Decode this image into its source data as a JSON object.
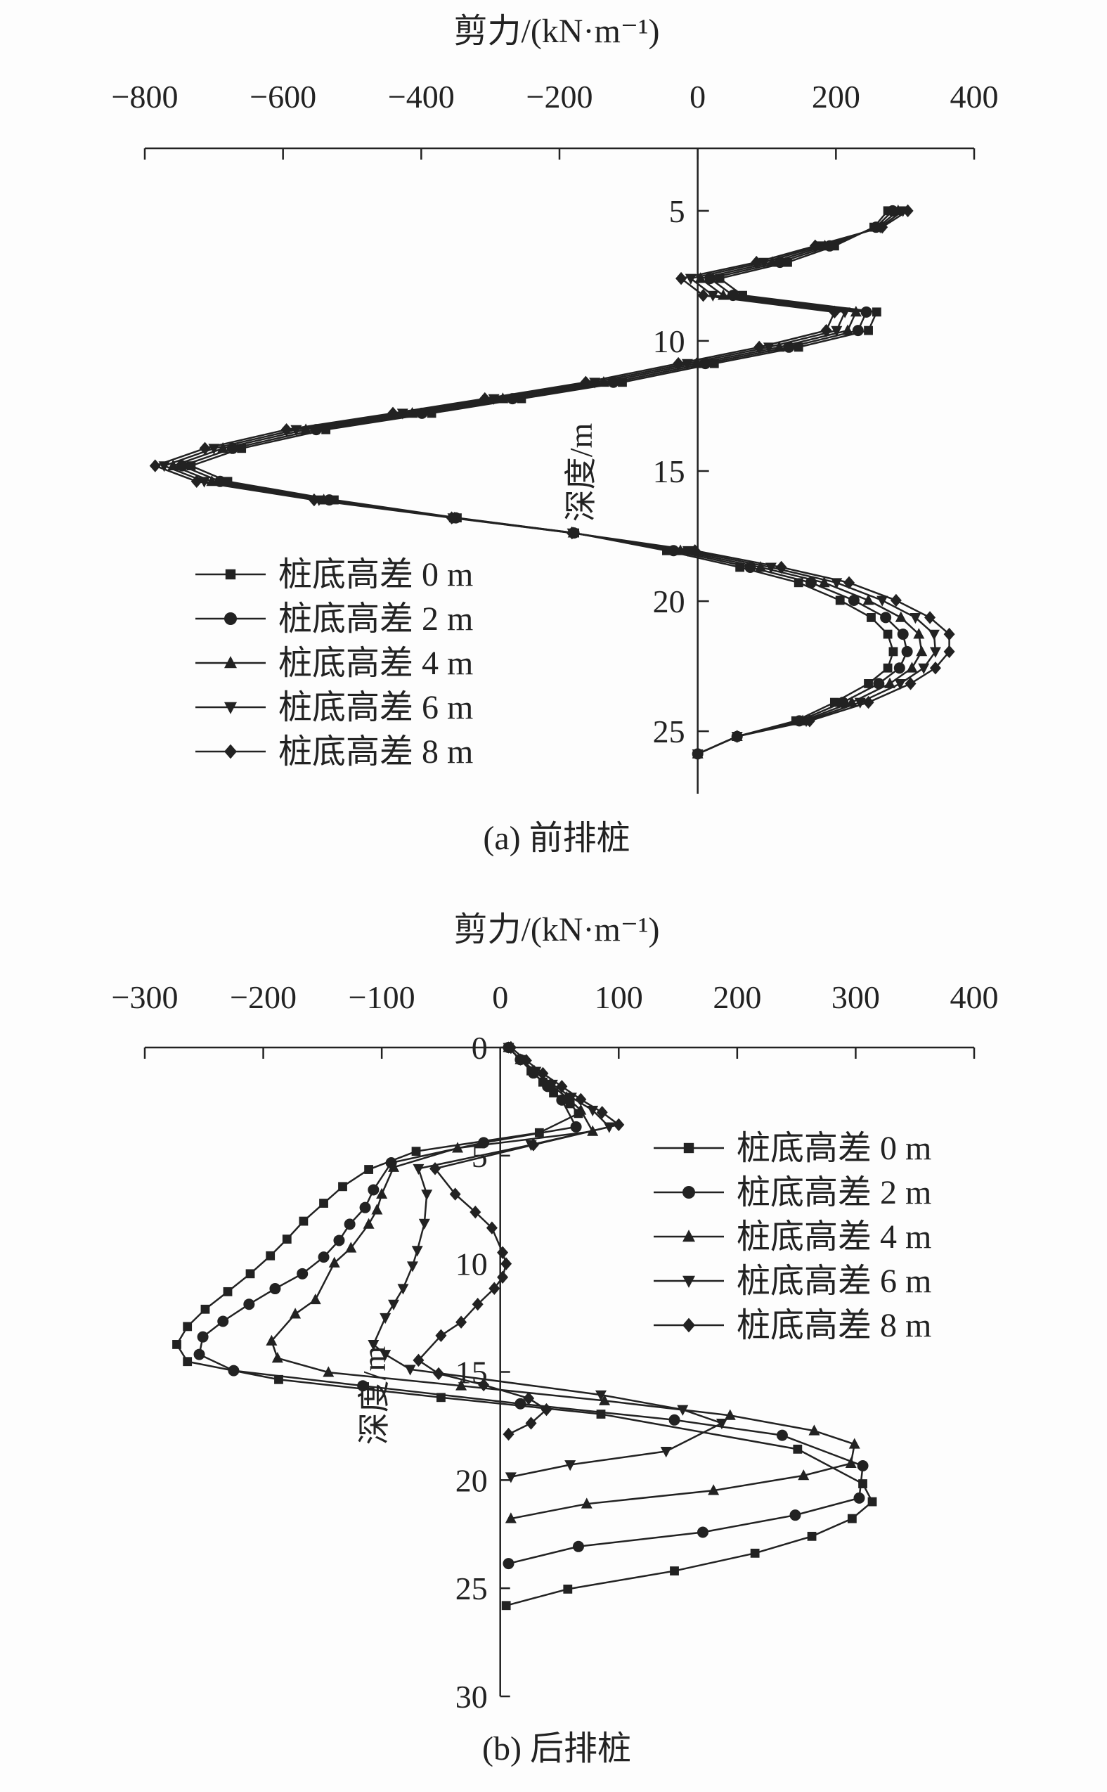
{
  "chart_data": [
    {
      "type": "line",
      "title": "",
      "caption": "(a) 前排桩",
      "xlabel": "剪力/(kN·m⁻¹)",
      "ylabel": "深度/m",
      "xlim": [
        -800,
        400
      ],
      "ylim": [
        2.6,
        27.4
      ],
      "xticks": [
        -800,
        -600,
        -400,
        -200,
        0,
        200,
        400
      ],
      "xtick_labels": [
        "−800",
        "−600",
        "−400",
        "−200",
        "0",
        "200",
        "400"
      ],
      "yticks": [
        5,
        10,
        15,
        20,
        25
      ],
      "ytick_labels": [
        "5",
        "10",
        "15",
        "20",
        "25"
      ],
      "x_axis_position": "top",
      "y_inverted": true,
      "grid": false,
      "legend_position": "lower-left",
      "depth": [
        5,
        5.63,
        6.35,
        6.98,
        7.6,
        8.25,
        8.89,
        9.6,
        10.24,
        10.87,
        11.59,
        12.22,
        12.78,
        13.41,
        14.13,
        14.8,
        15.4,
        16.11,
        16.8,
        17.38,
        18.06,
        18.7,
        19.29,
        19.97,
        20.63,
        21.27,
        21.94,
        22.57,
        23.17,
        23.89,
        24.6,
        25.2,
        25.87
      ],
      "series": [
        {
          "name": "桩底高差 0 m",
          "marker": "square",
          "values": [
            275,
            255,
            198,
            130,
            32,
            65,
            259,
            247,
            146,
            24,
            -109,
            -255,
            -385,
            -538,
            -660,
            -733,
            -680,
            -526,
            -348,
            -178,
            -45,
            61,
            146,
            206,
            251,
            275,
            283,
            275,
            247,
            198,
            142,
            57,
            0
          ]
        },
        {
          "name": "桩底高差 2 m",
          "marker": "circle",
          "values": [
            282,
            258,
            191,
            119,
            18,
            51,
            244,
            232,
            132,
            11,
            -122,
            -268,
            -399,
            -552,
            -673,
            -746,
            -691,
            -533,
            -350,
            -179,
            -35,
            76,
            164,
            226,
            272,
            297,
            303,
            292,
            262,
            210,
            147,
            57,
            0
          ]
        },
        {
          "name": "桩底高差 4 m",
          "marker": "triangle-up",
          "values": [
            290,
            261,
            184,
            108,
            4,
            37,
            229,
            217,
            118,
            -2,
            -136,
            -282,
            -413,
            -567,
            -687,
            -759,
            -703,
            -541,
            -352,
            -180,
            -25,
            91,
            183,
            247,
            294,
            320,
            324,
            310,
            278,
            223,
            152,
            57,
            0
          ]
        },
        {
          "name": "桩底高差 6 m",
          "marker": "triangle-down",
          "values": [
            297,
            264,
            177,
            96,
            -10,
            22,
            213,
            201,
            103,
            -15,
            -149,
            -295,
            -427,
            -581,
            -700,
            -772,
            -714,
            -548,
            -354,
            -181,
            -14,
            106,
            201,
            267,
            315,
            342,
            344,
            327,
            293,
            235,
            157,
            57,
            0
          ]
        },
        {
          "name": "桩底高差 8 m",
          "marker": "diamond",
          "values": [
            304,
            267,
            170,
            85,
            -24,
            8,
            198,
            186,
            89,
            -28,
            -162,
            -308,
            -441,
            -595,
            -713,
            -785,
            -725,
            -555,
            -356,
            -182,
            -4,
            121,
            219,
            287,
            336,
            364,
            364,
            344,
            308,
            247,
            162,
            57,
            0
          ]
        }
      ]
    },
    {
      "type": "line",
      "title": "",
      "caption": "(b) 后排桩",
      "xlabel": "剪力/(kN·m⁻¹)",
      "ylabel": "深度/m",
      "xlim": [
        -300,
        400
      ],
      "ylim": [
        0,
        30
      ],
      "xticks": [
        -300,
        -200,
        -100,
        0,
        100,
        200,
        300,
        400
      ],
      "xtick_labels": [
        "−300",
        "−200",
        "−100",
        "0",
        "100",
        "200",
        "300",
        "400"
      ],
      "yticks": [
        0,
        5,
        10,
        15,
        20,
        25,
        30
      ],
      "ytick_labels": [
        "0",
        "5",
        "10",
        "15",
        "20",
        "25",
        "30"
      ],
      "x_axis_position": "top",
      "y_inverted": true,
      "grid": false,
      "legend_position": "upper-right",
      "series": [
        {
          "name": "桩底高差 0 m",
          "marker": "square",
          "depth": [
            0,
            0.56,
            1.08,
            1.6,
            2.1,
            2.6,
            3.05,
            3.94,
            4.8,
            5.64,
            6.43,
            7.2,
            8.03,
            8.86,
            9.63,
            10.46,
            11.29,
            12.1,
            12.9,
            13.73,
            14.52,
            15.35,
            16.18,
            16.95,
            18.57,
            20.17,
            21,
            21.78,
            22.6,
            23.38,
            24.2,
            25.04,
            25.8
          ],
          "values": [
            7,
            17,
            26,
            36,
            45,
            59,
            66,
            33,
            -71,
            -111,
            -133,
            -149,
            -166,
            -180,
            -194,
            -211,
            -230,
            -249,
            -264,
            -273,
            -264,
            -187,
            -50,
            85,
            251,
            306,
            314,
            297,
            263,
            215,
            147,
            57,
            5
          ]
        },
        {
          "name": "桩底高差 2 m",
          "marker": "circle",
          "depth": [
            0,
            0.56,
            1.18,
            1.8,
            2.43,
            3.67,
            4.4,
            5.33,
            6.58,
            7.4,
            8.17,
            8.92,
            9.69,
            10.46,
            11.15,
            11.87,
            12.66,
            13.38,
            14.19,
            14.94,
            15.64,
            16.47,
            17.22,
            17.93,
            19.34,
            20.83,
            21.62,
            22.41,
            23.07,
            23.86
          ],
          "values": [
            7,
            17,
            28,
            40,
            52,
            64,
            -14,
            -92,
            -107,
            -114,
            -127,
            -136,
            -149,
            -167,
            -190,
            -212,
            -234,
            -251,
            -254,
            -225,
            -116,
            17,
            147,
            238,
            306,
            303,
            249,
            171,
            66,
            7
          ]
        },
        {
          "name": "桩底高差 4 m",
          "marker": "triangle-up",
          "depth": [
            0,
            0.56,
            1.1,
            1.7,
            2.3,
            2.9,
            3.88,
            4.65,
            5.54,
            6.78,
            7.51,
            8.17,
            9.27,
            9.96,
            11.66,
            12.32,
            13.57,
            14.36,
            15.02,
            15.64,
            16.33,
            17.01,
            17.72,
            18.34,
            19.23,
            19.79,
            20.48,
            21.1,
            21.78
          ],
          "values": [
            7,
            17,
            29,
            42,
            56,
            68,
            78,
            -36,
            -90,
            -100,
            -104,
            -111,
            -126,
            -140,
            -156,
            -173,
            -193,
            -188,
            -145,
            -33,
            88,
            194,
            265,
            299,
            296,
            256,
            180,
            73,
            9
          ]
        },
        {
          "name": "桩底高差 6 m",
          "marker": "triangle-down",
          "depth": [
            0,
            0.56,
            1.1,
            1.7,
            2.3,
            2.9,
            3.67,
            4.5,
            5.6,
            6.78,
            8.13,
            9.38,
            10.1,
            11.14,
            11.87,
            12.49,
            13.73,
            14.19,
            14.88,
            16.06,
            16.74,
            17.37,
            18.67,
            19.29,
            19.85
          ],
          "values": [
            7,
            17,
            30,
            44,
            60,
            78,
            92,
            26,
            -69,
            -62,
            -64,
            -70,
            -74,
            -82,
            -90,
            -97,
            -107,
            -97,
            -76,
            85,
            154,
            187,
            140,
            59,
            9
          ]
        },
        {
          "name": "桩底高差 8 m",
          "marker": "diamond",
          "depth": [
            0,
            0.6,
            1.2,
            1.8,
            2.4,
            3.0,
            3.57,
            4.5,
            5.6,
            6.78,
            7.61,
            8.34,
            9.48,
            10,
            10.62,
            11.14,
            11.87,
            12.7,
            13.32,
            14.46,
            15.08,
            15.6,
            16.22,
            16.74,
            17.37,
            17.88
          ],
          "values": [
            9,
            22,
            36,
            52,
            68,
            86,
            100,
            28,
            -55,
            -38,
            -21,
            -7,
            2,
            5,
            2,
            -5,
            -19,
            -33,
            -50,
            -69,
            -52,
            -14,
            24,
            39,
            26,
            7
          ]
        }
      ]
    }
  ],
  "colors": {
    "line": "#222222",
    "background": "#fdfdfd"
  }
}
